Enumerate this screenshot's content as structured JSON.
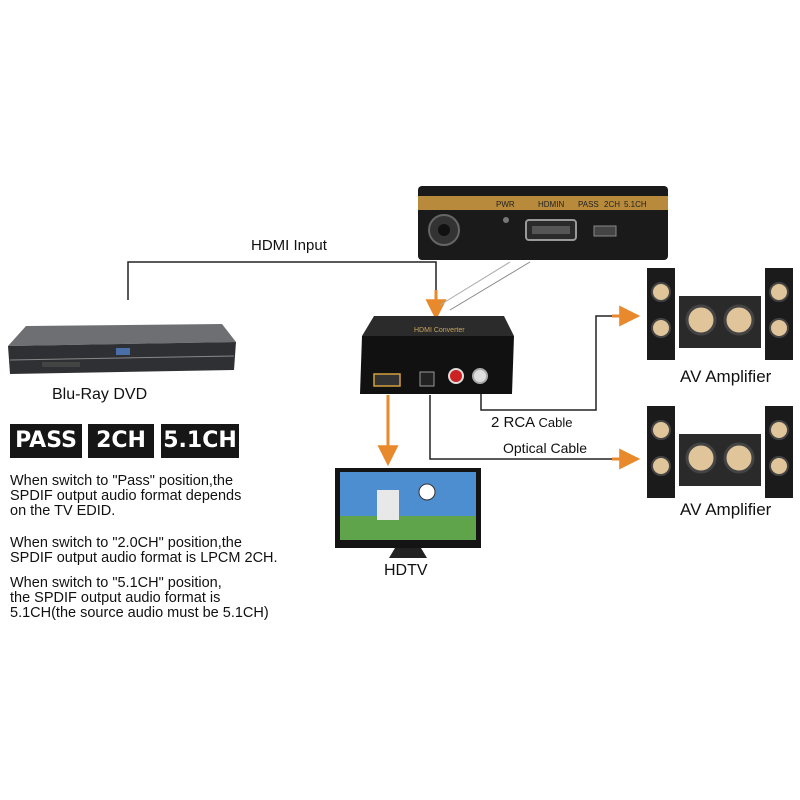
{
  "labels": {
    "hdmi_input": "HDMI Input",
    "source_device": "Blu-Ray DVD",
    "rca_cable_prefix": "2 RCA",
    "rca_cable_suffix": "Cable",
    "optical_cable": "Optical Cable",
    "display_device": "HDTV",
    "amplifier_top": "AV Amplifier",
    "amplifier_bottom": "AV Amplifier"
  },
  "modes": [
    "PASS",
    "2CH",
    "5.1CH"
  ],
  "notes": [
    "When switch to \"Pass\" position,the\nSPDIF output audio format depends\non the TV EDID.",
    "When switch to \"2.0CH\" position,the\nSPDIF output audio format is LPCM 2CH.",
    "When switch to \"5.1CH\" position,\nthe SPDIF output audio format is\n5.1CH(the source audio must be 5.1CH)"
  ],
  "converter": {
    "panel_labels": [
      "PWR",
      "HDMIN",
      "PASS",
      "2CH",
      "5.1CH"
    ],
    "top_label": "HDMI Converter"
  },
  "colors": {
    "arrow": "#e8892c",
    "line": "#222222",
    "device_dark": "#151515",
    "badge_bg": "#161616"
  }
}
